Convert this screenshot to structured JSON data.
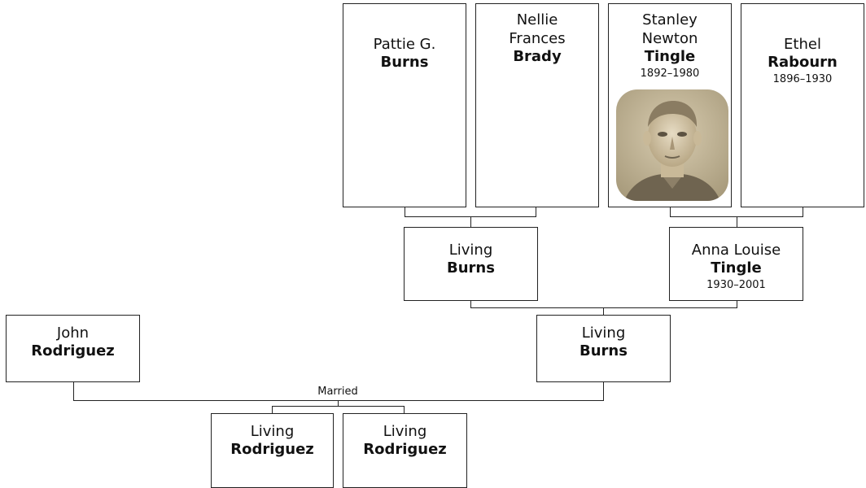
{
  "people": {
    "pattie": {
      "given": "Pattie G.",
      "surname": "Burns",
      "dates": ""
    },
    "nellie": {
      "given": "Nellie\nFrances",
      "surname": "Brady",
      "dates": ""
    },
    "stanley": {
      "given": "Stanley\nNewton",
      "surname": "Tingle",
      "dates": "1892–1980",
      "photo": "portrait-photo"
    },
    "ethel": {
      "given": "Ethel",
      "surname": "Rabourn",
      "dates": "1896–1930"
    },
    "living_burns_parent": {
      "given": "Living",
      "surname": "Burns",
      "dates": ""
    },
    "anna": {
      "given": "Anna Louise",
      "surname": "Tingle",
      "dates": "1930–2001"
    },
    "living_burns": {
      "given": "Living",
      "surname": "Burns",
      "dates": ""
    },
    "john": {
      "given": "John",
      "surname": "Rodriguez",
      "dates": ""
    },
    "child1": {
      "given": "Living",
      "surname": "Rodriguez",
      "dates": ""
    },
    "child2": {
      "given": "Living",
      "surname": "Rodriguez",
      "dates": ""
    }
  },
  "married_label": "Married",
  "colors": {
    "border": "#222222",
    "background": "#ffffff",
    "text": "#111111"
  }
}
